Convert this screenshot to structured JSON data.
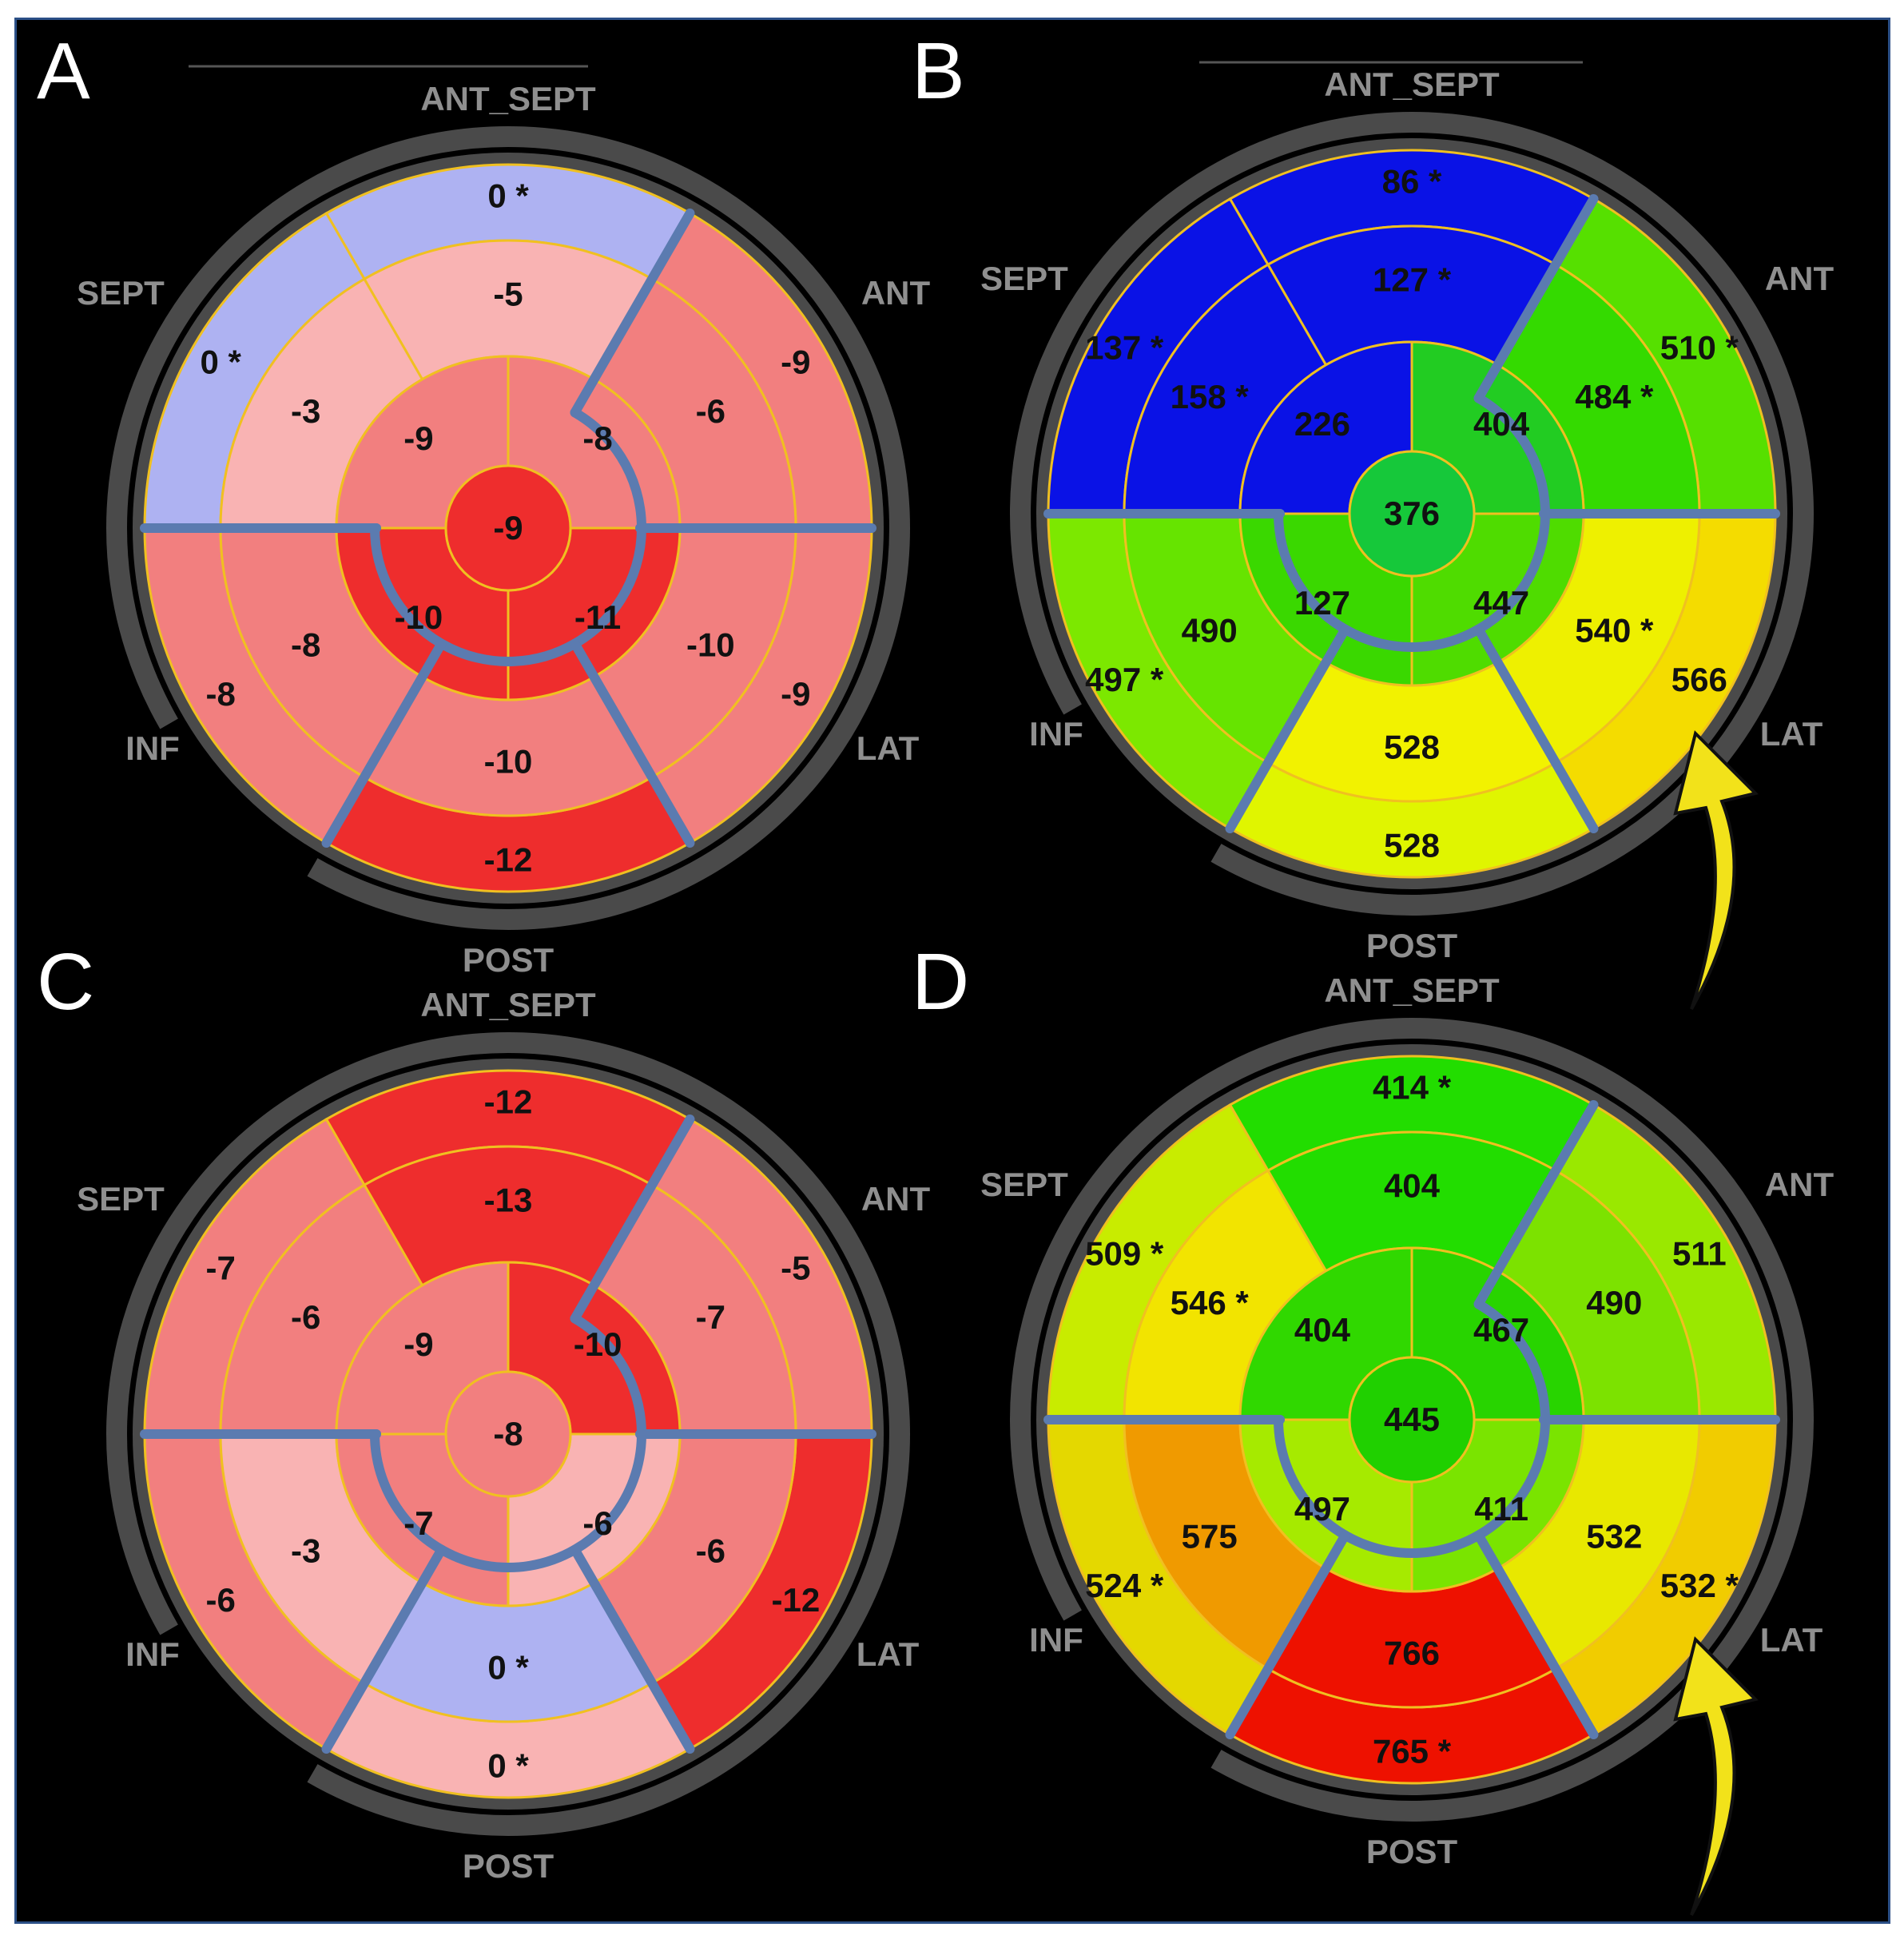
{
  "panels": [
    {
      "id": "A",
      "letter": "A",
      "colormap": "strain",
      "labels": {
        "top": "ANT_SEPT",
        "upper_left": "SEPT",
        "upper_right": "ANT",
        "lower_left": "INF",
        "lower_right": "LAT",
        "bottom": "POST"
      },
      "basal": [
        "0 *",
        "-9",
        "-9",
        "-12",
        "-8",
        "0 *"
      ],
      "mid": [
        "-5",
        "-6",
        "-10",
        "-10",
        "-8",
        "-3"
      ],
      "apical": [
        "-8",
        "-11",
        "-10",
        "-9"
      ],
      "apex": "-9",
      "fills": {
        "basal": [
          "#aeb2f2",
          "#f27f7f",
          "#f27f7f",
          "#ee2d2d",
          "#f27f7f",
          "#aeb2f2"
        ],
        "mid": [
          "#f9b3b3",
          "#f27f7f",
          "#f27f7f",
          "#f27f7f",
          "#f27f7f",
          "#f9b3b3"
        ],
        "apical": [
          "#f27f7f",
          "#ee2d2d",
          "#ee2d2d",
          "#f27f7f"
        ],
        "apex": "#ee2d2d"
      },
      "arrow": false
    },
    {
      "id": "B",
      "letter": "B",
      "colormap": "time",
      "labels": {
        "top": "ANT_SEPT",
        "upper_left": "SEPT",
        "upper_right": "ANT",
        "lower_left": "INF",
        "lower_right": "LAT",
        "bottom": "POST"
      },
      "basal": [
        "86 *",
        "510 *",
        "566",
        "528",
        "497 *",
        "137 *"
      ],
      "mid": [
        "127 *",
        "484 *",
        "540 *",
        "528",
        "490",
        "158 *"
      ],
      "apical": [
        "404",
        "447",
        "127",
        "226"
      ],
      "apex": "376",
      "fills": {
        "basal": [
          "#0a12e6",
          "#56e000",
          "#f4dc00",
          "#e0f500",
          "#7ce800",
          "#0a12e6"
        ],
        "mid": [
          "#0a12e6",
          "#34da00",
          "#eef000",
          "#f2f200",
          "#66e400",
          "#0a12e6"
        ],
        "apical": [
          "#22cc22",
          "#4fdc00",
          "#3ad800",
          "#0a12e6"
        ],
        "apex": "#16c83a"
      },
      "arrow": true
    },
    {
      "id": "C",
      "letter": "C",
      "colormap": "strain",
      "labels": {
        "top": "ANT_SEPT",
        "upper_left": "SEPT",
        "upper_right": "ANT",
        "lower_left": "INF",
        "lower_right": "LAT",
        "bottom": "POST"
      },
      "basal": [
        "-12",
        "-5",
        "-12",
        "0 *",
        "-6",
        "-7"
      ],
      "mid": [
        "-13",
        "-7",
        "-6",
        "0 *",
        "-3",
        "-6"
      ],
      "apical": [
        "-10",
        "-6",
        "-7",
        "-9"
      ],
      "apex": "-8",
      "fills": {
        "basal": [
          "#ee2d2d",
          "#f27f7f",
          "#ee2d2d",
          "#f9b3b3",
          "#f27f7f",
          "#f27f7f"
        ],
        "mid": [
          "#ee2d2d",
          "#f27f7f",
          "#f27f7f",
          "#aeb2f2",
          "#f9b3b3",
          "#f27f7f"
        ],
        "apical": [
          "#ee2d2d",
          "#f9b3b3",
          "#f27f7f",
          "#f27f7f"
        ],
        "apex": "#f27f7f"
      },
      "arrow": false
    },
    {
      "id": "D",
      "letter": "D",
      "colormap": "time",
      "labels": {
        "top": "ANT_SEPT",
        "upper_left": "SEPT",
        "upper_right": "ANT",
        "lower_left": "INF",
        "lower_right": "LAT",
        "bottom": "POST"
      },
      "basal": [
        "414 *",
        "511",
        "532 *",
        "765 *",
        "524 *",
        "509 *"
      ],
      "mid": [
        "404",
        "490",
        "532",
        "766",
        "575",
        "546 *"
      ],
      "apical": [
        "467",
        "411",
        "497",
        "404"
      ],
      "apex": "445",
      "fills": {
        "basal": [
          "#22dd00",
          "#9ae800",
          "#f1cc00",
          "#ee1100",
          "#e4d800",
          "#c8ec00"
        ],
        "mid": [
          "#22dd00",
          "#7ce200",
          "#e8e800",
          "#ee1100",
          "#f09a00",
          "#f2e400"
        ],
        "apical": [
          "#28d400",
          "#7ae400",
          "#a6ea00",
          "#30d800"
        ],
        "apex": "#20d000"
      },
      "arrow": true
    }
  ]
}
